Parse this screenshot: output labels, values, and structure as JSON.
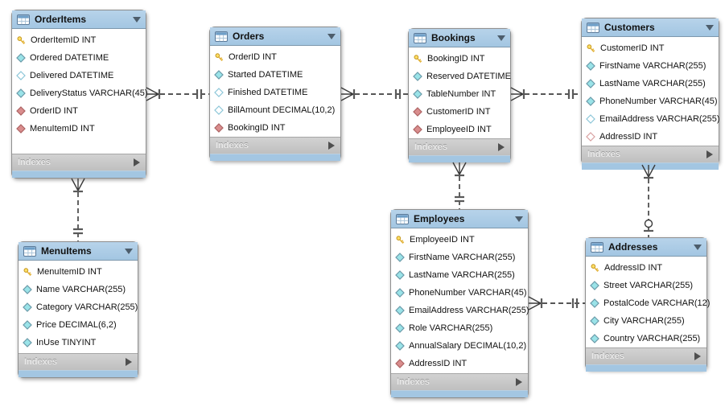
{
  "diagram": {
    "type": "eer-diagram",
    "tables": [
      {
        "id": "orderitems",
        "title": "OrderItems",
        "footer_label": "Indexes",
        "fields": [
          {
            "name": "OrderItemID INT",
            "icon": "primary-key"
          },
          {
            "name": "Ordered DATETIME",
            "icon": "column-notnull"
          },
          {
            "name": "Delivered DATETIME",
            "icon": "column-nullable"
          },
          {
            "name": "DeliveryStatus VARCHAR(45)",
            "icon": "column-notnull"
          },
          {
            "name": "OrderID INT",
            "icon": "foreign-key-notnull"
          },
          {
            "name": "MenuItemID INT",
            "icon": "foreign-key-notnull"
          }
        ]
      },
      {
        "id": "orders",
        "title": "Orders",
        "footer_label": "Indexes",
        "fields": [
          {
            "name": "OrderID INT",
            "icon": "primary-key"
          },
          {
            "name": "Started DATETIME",
            "icon": "column-notnull"
          },
          {
            "name": "Finished DATETIME",
            "icon": "column-nullable"
          },
          {
            "name": "BillAmount DECIMAL(10,2)",
            "icon": "column-nullable"
          },
          {
            "name": "BookingID INT",
            "icon": "foreign-key-notnull"
          }
        ]
      },
      {
        "id": "bookings",
        "title": "Bookings",
        "footer_label": "Indexes",
        "fields": [
          {
            "name": "BookingID INT",
            "icon": "primary-key"
          },
          {
            "name": "Reserved DATETIME",
            "icon": "column-notnull"
          },
          {
            "name": "TableNumber INT",
            "icon": "column-notnull"
          },
          {
            "name": "CustomerID INT",
            "icon": "foreign-key-notnull"
          },
          {
            "name": "EmployeeID INT",
            "icon": "foreign-key-notnull"
          }
        ]
      },
      {
        "id": "customers",
        "title": "Customers",
        "footer_label": "Indexes",
        "fields": [
          {
            "name": "CustomerID INT",
            "icon": "primary-key"
          },
          {
            "name": "FirstName VARCHAR(255)",
            "icon": "column-notnull"
          },
          {
            "name": "LastName VARCHAR(255)",
            "icon": "column-notnull"
          },
          {
            "name": "PhoneNumber VARCHAR(45)",
            "icon": "column-notnull"
          },
          {
            "name": "EmailAddress VARCHAR(255)",
            "icon": "column-nullable"
          },
          {
            "name": "AddressID INT",
            "icon": "foreign-key-nullable"
          }
        ]
      },
      {
        "id": "menuitems",
        "title": "MenuItems",
        "footer_label": "Indexes",
        "fields": [
          {
            "name": "MenuItemID INT",
            "icon": "primary-key"
          },
          {
            "name": "Name VARCHAR(255)",
            "icon": "column-notnull"
          },
          {
            "name": "Category VARCHAR(255)",
            "icon": "column-notnull"
          },
          {
            "name": "Price DECIMAL(6,2)",
            "icon": "column-notnull"
          },
          {
            "name": "InUse TINYINT",
            "icon": "column-notnull"
          }
        ]
      },
      {
        "id": "employees",
        "title": "Employees",
        "footer_label": "Indexes",
        "fields": [
          {
            "name": "EmployeeID INT",
            "icon": "primary-key"
          },
          {
            "name": "FirstName VARCHAR(255)",
            "icon": "column-notnull"
          },
          {
            "name": "LastName VARCHAR(255)",
            "icon": "column-notnull"
          },
          {
            "name": "PhoneNumber VARCHAR(45)",
            "icon": "column-notnull"
          },
          {
            "name": "EmailAddress VARCHAR(255)",
            "icon": "column-notnull"
          },
          {
            "name": "Role VARCHAR(255)",
            "icon": "column-notnull"
          },
          {
            "name": "AnnualSalary DECIMAL(10,2)",
            "icon": "column-notnull"
          },
          {
            "name": "AddressID INT",
            "icon": "foreign-key-notnull"
          }
        ]
      },
      {
        "id": "addresses",
        "title": "Addresses",
        "footer_label": "Indexes",
        "fields": [
          {
            "name": "AddressID INT",
            "icon": "primary-key"
          },
          {
            "name": "Street VARCHAR(255)",
            "icon": "column-notnull"
          },
          {
            "name": "PostalCode VARCHAR(12)",
            "icon": "column-notnull"
          },
          {
            "name": "City VARCHAR(255)",
            "icon": "column-notnull"
          },
          {
            "name": "Country VARCHAR(255)",
            "icon": "column-notnull"
          }
        ]
      }
    ],
    "connectors": [
      {
        "from": "OrderItems",
        "to": "Orders",
        "from_end": "many",
        "to_end": "one-mandatory",
        "line": "dashed"
      },
      {
        "from": "Orders",
        "to": "Bookings",
        "from_end": "many",
        "to_end": "one-mandatory",
        "line": "dashed"
      },
      {
        "from": "Bookings",
        "to": "Customers",
        "from_end": "many",
        "to_end": "one-mandatory",
        "line": "dashed"
      },
      {
        "from": "OrderItems",
        "to": "MenuItems",
        "from_end": "many",
        "to_end": "one-mandatory",
        "line": "dashed"
      },
      {
        "from": "Bookings",
        "to": "Employees",
        "from_end": "many",
        "to_end": "one-mandatory",
        "line": "dashed"
      },
      {
        "from": "Customers",
        "to": "Addresses",
        "from_end": "many",
        "to_end": "zero-or-one",
        "line": "dashed"
      },
      {
        "from": "Employees",
        "to": "Addresses",
        "from_end": "many",
        "to_end": "one-mandatory",
        "line": "dashed"
      }
    ],
    "colors": {
      "table_header": "#a3c6e2",
      "table_body": "#ffffff",
      "indexes_bar": "#c7c7c7",
      "primary_key": "#ffd952",
      "column_notnull": "#9ae3e8",
      "foreign_key": "#d98d8d",
      "connector": "#1f1f1f"
    }
  }
}
